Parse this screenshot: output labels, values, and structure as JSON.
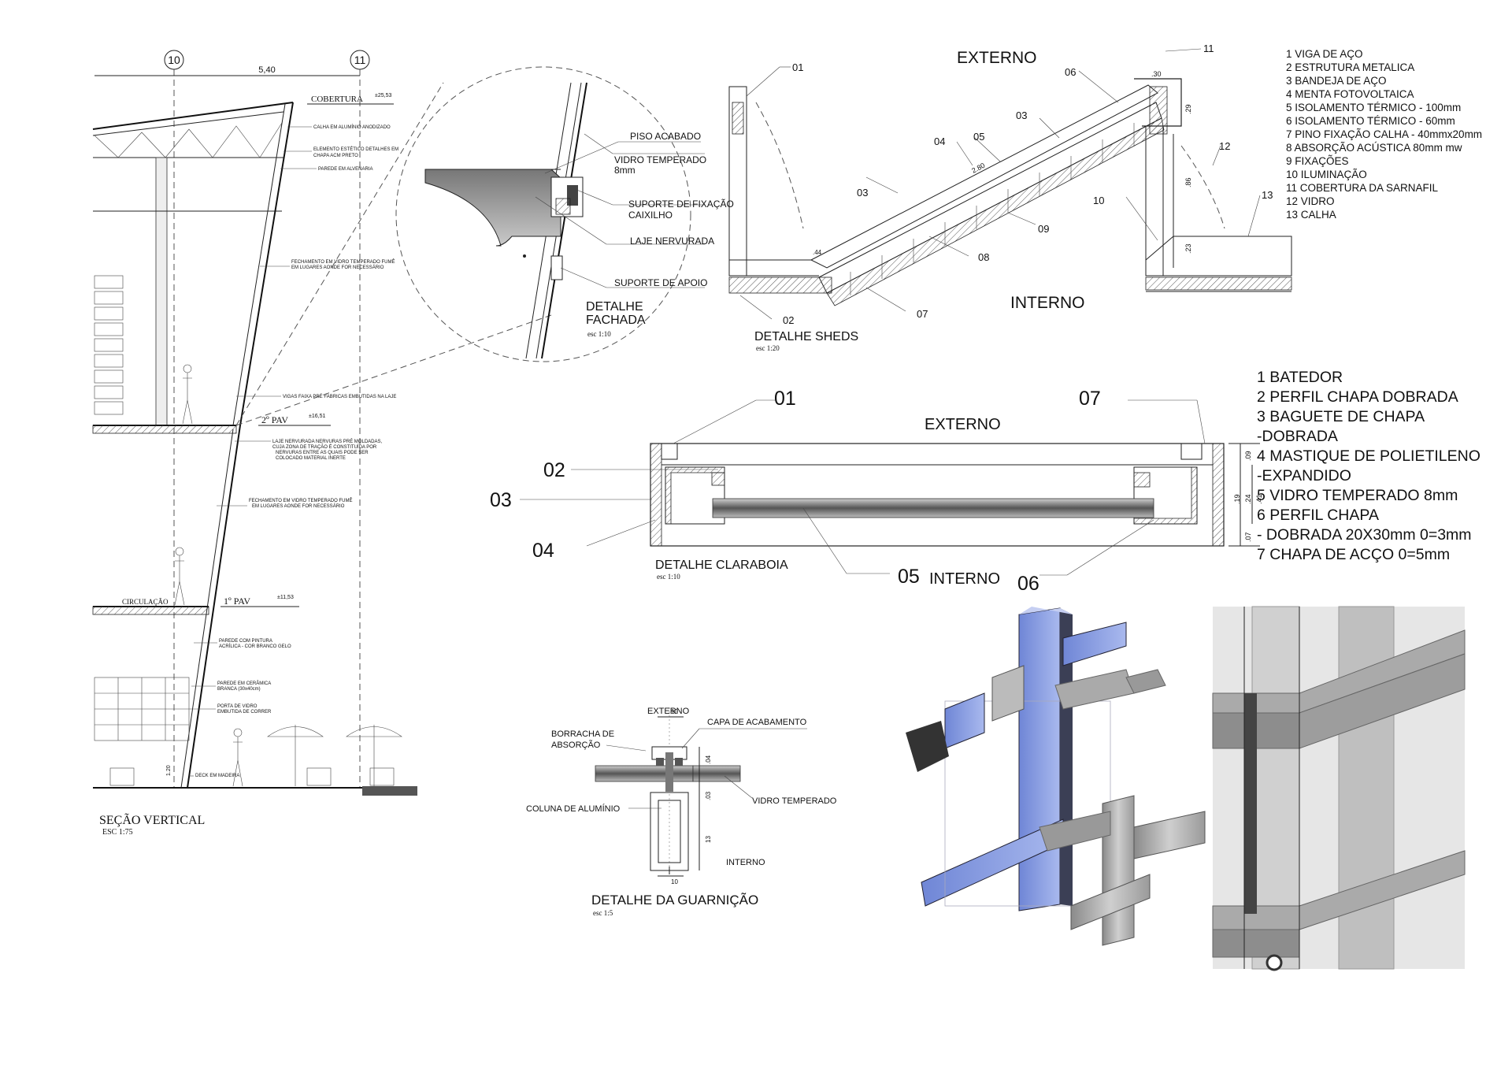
{
  "section": {
    "grid_left": "10",
    "grid_right": "11",
    "grid_span": "5,40",
    "cobertura": "COBERTURA",
    "cobertura_level": "±25,53",
    "notes_top": [
      "CALHA EM ALUMÍNIO ANODIZADO",
      "ELEMENTO ESTÉTICO DETALHES EM",
      "CHAPA ACM PRETO",
      "PAREDE EM ALVENARIA"
    ],
    "note_glass1_a": "FECHAMENTO EM VIDRO TEMPERADO FUMÊ",
    "note_glass1_b": "EM LUGARES AONDE FOR NECESSÁRIO",
    "note_beams": "VIGAS FAIXA PRÉ FABRICAS EMBUTIDAS NA LAJE",
    "pav2": "2º PAV",
    "pav2_level": "±16,51",
    "note_laje": [
      "LAJE NERVURADA NERVURAS PRÉ MOLDADAS,",
      "CUJA ZONA DE TRAÇÃO É CONSTITUÍDA POR",
      "NERVURAS ENTRE AS QUAIS PODE SER",
      "COLOCADO MATERIAL INERTE"
    ],
    "note_glass2_a": "FECHAMENTO EM VIDRO TEMPERADO FUMÊ",
    "note_glass2_b": "EM LUGARES AONDE FOR NECESSÁRIO",
    "circulacao": "CIRCULAÇÃO",
    "pav1": "1º PAV",
    "pav1_level": "±11,53",
    "note_paint_a": "PAREDE COM PINTURA",
    "note_paint_b": "ACRÍLICA - COR BRANCO GELO",
    "note_ceramic_a": "PAREDE EM CERÂMICA",
    "note_ceramic_b": "BRANCA (30x40cm)",
    "note_door_a": "PORTA DE VIDRO",
    "note_door_b": "EMBUTIDA DE CORRER",
    "note_deck": "DECK EM MADEIRA",
    "dim_height": "1.20",
    "title": "SEÇÃO VERTICAL",
    "scale": "ESC 1:75"
  },
  "fachada": {
    "piso": "PISO ACABADO",
    "vidro_a": "VIDRO TEMPERADO",
    "vidro_b": "8mm",
    "suporte_fix_a": "SUPORTE DE FIXAÇÃO",
    "suporte_fix_b": "CAIXILHO",
    "laje": "LAJE NERVURADA",
    "suporte_apoio": "SUPORTE DE APOIO",
    "title_a": "DETALHE",
    "title_b": "FACHADA",
    "scale": "esc 1:10"
  },
  "sheds": {
    "externo": "EXTERNO",
    "interno": "INTERNO",
    "title": "DETALHE SHEDS",
    "scale": "esc 1:20",
    "tags": [
      "01",
      "02",
      "03",
      "03",
      "04",
      "05",
      "06",
      "07",
      "08",
      "09",
      "10",
      "11",
      "12",
      "13"
    ],
    "dims": [
      ".30",
      ".29",
      ".86",
      ".23",
      "2.80",
      ".44"
    ]
  },
  "legend_sheds": [
    "1 VIGA DE AÇO",
    "2 ESTRUTURA METALICA",
    "3 BANDEJA DE AÇO",
    "4 MENTA FOTOVOLTAICA",
    "5 ISOLAMENTO TÉRMICO - 100mm",
    "6 ISOLAMENTO TÉRMICO - 60mm",
    "7 PINO FIXAÇÃO CALHA - 40mmx20mm",
    "8 ABSORÇÃO ACÚSTICA 80mm mw",
    "9 FIXAÇÕES",
    "10 ILUMINAÇÃO",
    "11 COBERTURA DA SARNAFIL",
    "12 VIDRO",
    "13 CALHA"
  ],
  "claraboia": {
    "externo": "EXTERNO",
    "interno": "INTERNO",
    "title": "DETALHE CLARABOIA",
    "scale": "esc 1:10",
    "tags": [
      "01",
      "02",
      "03",
      "04",
      "05",
      "06",
      "07"
    ],
    "dims": [
      ".09",
      ".19",
      ".24",
      ".41",
      ".07"
    ]
  },
  "legend_claraboia": [
    "1 BATEDOR",
    "2 PERFIL CHAPA DOBRADA",
    "3 BAGUETE DE CHAPA",
    "-DOBRADA",
    "4 MASTIQUE DE POLIETILENO",
    "-EXPANDIDO",
    "5 VIDRO TEMPERADO 8mm",
    "6 PERFIL CHAPA",
    "- DOBRADA 20X30mm 0=3mm",
    "7 CHAPA DE ACÇO 0=5mm"
  ],
  "guarnicao": {
    "externo": "EXTERNO",
    "capa": "CAPA DE ACABAMENTO",
    "borracha_a": "BORRACHA DE",
    "borracha_b": "ABSORÇÃO",
    "vidro": "VIDRO TEMPERADO",
    "coluna": "COLUNA DE ALUMÍNIO",
    "interno": "INTERNO",
    "title": "DETALHE DA GUARNIÇÃO",
    "scale": "esc 1:5",
    "dims": [
      "10",
      ".04",
      ".03",
      "13",
      "10"
    ]
  }
}
